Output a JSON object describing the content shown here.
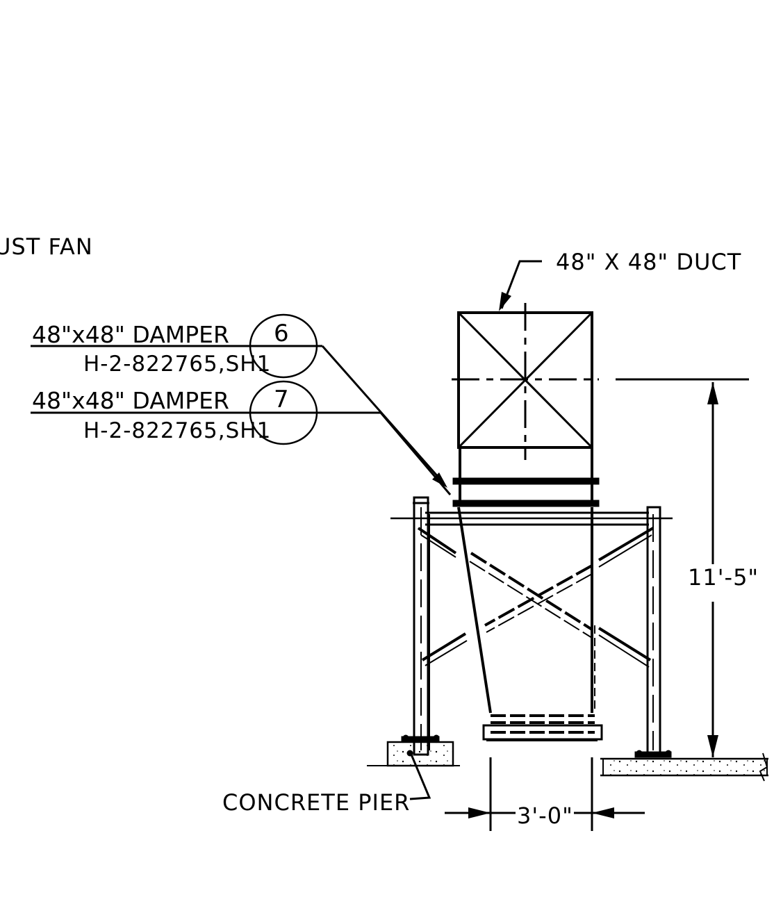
{
  "labels": {
    "fan": "UST FAN",
    "duct": "48\" X 48\" DUCT",
    "damper_a": "48\"x48\" DAMPER",
    "damper_a_num": "6",
    "damper_a_ref": "H-2-822765,SH1",
    "damper_b": "48\"x48\" DAMPER",
    "damper_b_num": "7",
    "damper_b_ref": "H-2-822765,SH1",
    "height_dim": "11'-5\"",
    "width_dim": "3'-0\"",
    "pier": "CONCRETE PIER"
  },
  "colors": {
    "ink": "#000000",
    "paper": "#ffffff"
  }
}
